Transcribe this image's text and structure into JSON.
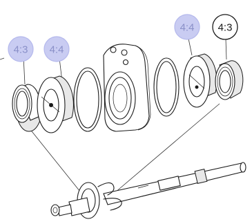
{
  "callouts": [
    {
      "id": "callout-1",
      "label": "4:3",
      "highlighted": true
    },
    {
      "id": "callout-2",
      "label": "4:4",
      "highlighted": true
    },
    {
      "id": "callout-3",
      "label": "4:4",
      "highlighted": true
    },
    {
      "id": "callout-4",
      "label": "4:3",
      "highlighted": false
    }
  ],
  "colors": {
    "highlight_fill": "#c9ccf2",
    "highlight_text": "#8a90c8",
    "line": "#1a1a1a"
  }
}
